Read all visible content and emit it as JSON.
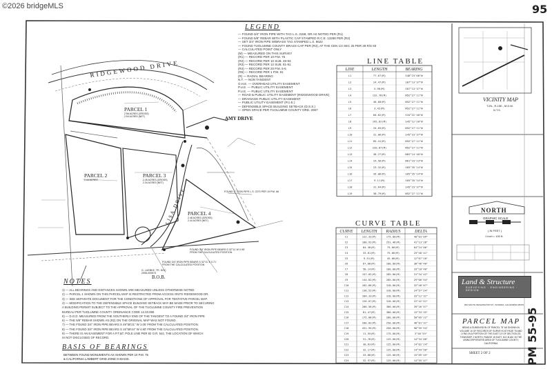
{
  "watermark": "©2026 bridgeMLS",
  "sheet_mark": "95",
  "map": {
    "street_top": "RIDGEWOOD DRIVE",
    "street_right": "AMY DRIVE",
    "street_mid": "LISA DRIVE",
    "parcel1": {
      "name": "PARCEL 1",
      "area": "2.56 ACRES (GROSS)",
      "area2": "2.54 ACRES (NET)"
    },
    "parcel2": {
      "name": "PARCEL 2",
      "area": "2.44 ACRES"
    },
    "parcel3": {
      "name": "PARCEL 3",
      "area": "2.45 ACRES (GROSS)",
      "area2": "2.34 ACRES (NET)"
    },
    "parcel4": {
      "name": "PARCEL 4",
      "area": "2.48 ACRES (GROSS)",
      "area2": "2.44 ACRES (NET)"
    },
    "bob": "B.O.B.",
    "callouts": [
      "FOUND 1\" IRON PIPE L.S. 2270 PER 19 P.M. 68",
      "FOUND 3/4\" IRON PIPE BEARS S 32°11' W 0.95' FROM THE CALCULATED POSITION",
      "FOUND 3/4\" IRON PIPE BEARS S 32°11' E 0.71' FROM THE CALCULATED POSITION",
      "G. LUEBKE, TR. DOC 2006-000574"
    ]
  },
  "legend": {
    "title": "LEGEND",
    "rows": [
      "— FOUND 3/4\" IRON PIPE WITH TAG L.S. 3158, OR AS NOTED PER (R1)",
      "— FOUND 5/8\" REBAR WITH PLASTIC CAP STAMPED R.C.E. 13288 PER (R2)",
      "— SET 3/4\" IRON PIPE W/BRASS TAG STAMPED L.S. 8622",
      "— FOUND TUOLUMNE COUNTY BRASS CAP PER (R4), AT THE CEN 1/4 SEC 25 PER 28 R/S 83",
      "— CALCULATED POINT ONLY",
      "(M) — MEASURED ON THIS SURVEY",
      "(R1) — RECORD PER 10 P.M. 75",
      "(R2) — RECORD PER 10 SUB. 48-93",
      "(R3) — RECORD PER 12 SUB. 81-91",
      "(R4) — RECORD PER 20 P.M. 5-6",
      "(R5) — RECORD PER 1 P.M. 81",
      "(R) — RADIAL BEARING",
      "N.T. — NON TANGENT",
      "O.H.E. — OVERHEAD UTILITY EASEMENT",
      "P.U.E. — PUBLIC UTILITY EASEMENT",
      "P.U.E. — PUBLIC UTILITY EASEMENT",
      "— ROAD & PUBLIC UTILITY EASEMENT (RIDGEWOOD DRIVE)",
      "— DRAINAGE PUBLIC UTILITY EASEMENT",
      "— PUBLIC UTILITY EASEMENT (P.U.E.)",
      "— DEFENSIBLE SPACE BUILDING SETBACK (D.S.S.)",
      "— OPEN SPACE PER TUOLUMNE COUNTY ORD. 2067"
    ]
  },
  "vicinity": {
    "title": "VICINITY MAP",
    "sub": "T.2N., R.15E., M.D.M.",
    "nts": "N.T.S."
  },
  "line_table": {
    "title": "LINE TABLE",
    "headers": [
      "LINE",
      "LENGTH",
      "BEARING"
    ],
    "rows": [
      [
        "L1",
        "77.67(M)",
        "S48°23'00\"W"
      ],
      [
        "L2",
        "24.47(M)",
        "S07°13'37\"W"
      ],
      [
        "L3",
        "5.90(M)",
        "S07°13'37\"W"
      ],
      [
        "L4",
        "132.78(M)",
        "N52°27'11\"W"
      ],
      [
        "L5",
        "40.60(M)",
        "N52°27'11\"W"
      ],
      [
        "L6",
        "3.42(M)",
        "N52°27'11\"W"
      ],
      [
        "L7",
        "60.02(M)",
        "S34°22'40\"W"
      ],
      [
        "L8",
        "195.62(M)",
        "S45°12'20\"W"
      ],
      [
        "L9",
        "24.65(M)",
        "N52°27'11\"W"
      ],
      [
        "L10",
        "31.06(M)",
        "S45°23'37\"W"
      ],
      [
        "L11",
        "85.41(M)",
        "N52°27'11\"W"
      ],
      [
        "L12",
        "220.87(M)",
        "N52°27'11\"W"
      ],
      [
        "L13",
        "38.27(M)",
        "N65°14'40\"W"
      ],
      [
        "L14",
        "24.56(M)",
        "N61°19'23\"W"
      ],
      [
        "L15",
        "23.32(M)",
        "S65°35'14\"W"
      ],
      [
        "L16",
        "26.06(M)",
        "S65°35'14\"W"
      ],
      [
        "L17",
        "9.11(M)",
        "S65°35'14\"W"
      ],
      [
        "L18",
        "31.64(M)",
        "S45°23'37\"W"
      ],
      [
        "L19",
        "38.79(M)",
        "N52°27'11\"W"
      ]
    ]
  },
  "curve_table": {
    "title": "CURVE TABLE",
    "headers": [
      "CURVE",
      "LENGTH",
      "RADIUS",
      "DELTA"
    ],
    "rows": [
      [
        "C1",
        "122.33(M)",
        "175.00(M)",
        "40°03'09\""
      ],
      [
        "C2",
        "180.92(M)",
        "251.46(M)",
        "41°13'28\""
      ],
      [
        "C3",
        "84.30(M)",
        "75.00(M)",
        "64°24'06\""
      ],
      [
        "C4",
        "33.61(M)",
        "75.00(M)",
        "25°40'41\""
      ],
      [
        "C5",
        "9.51(M)",
        "45.00(M)",
        "12°07'10\""
      ],
      [
        "C6",
        "67.68(M)",
        "100.00(M)",
        "38°46'40\""
      ],
      [
        "C7",
        "58.14(M)",
        "100.00(M)",
        "33°18'40\""
      ],
      [
        "C8",
        "157.02(M)",
        "285.00(M)",
        "31°34'42\""
      ],
      [
        "C9",
        "144.82(M)",
        "285.00(M)",
        "29°06'54\""
      ],
      [
        "C10",
        "182.06(M)",
        "318.00(M)",
        "32°48'07\""
      ],
      [
        "C11",
        "138.52(M)",
        "318.00(M)",
        "24°57'24\""
      ],
      [
        "C12",
        "184.33(M)",
        "318.00(M)",
        "33°12'31\""
      ],
      [
        "C13",
        "126.07(M)",
        "318.00(M)",
        "22°42'51\""
      ],
      [
        "C14",
        "206.56(M)",
        "300.00(M)",
        "39°26'57\""
      ],
      [
        "C15",
        "81.47(M)",
        "300.00(M)",
        "15°33'35\""
      ],
      [
        "C16",
        "175.08(M)",
        "200.00(M)",
        "50°09'22\""
      ],
      [
        "C17",
        "200.82(M)",
        "250.00(M)",
        "46°01'31\""
      ],
      [
        "C18",
        "431.95(M)",
        "250.00(M)",
        "98°59'54\""
      ],
      [
        "C19",
        "11.55(M)",
        "175.00(M)",
        "3°46'53\""
      ],
      [
        "C20",
        "31.78(M)",
        "125.00(M)",
        "14°34'00\""
      ],
      [
        "C21",
        "30.63(M)",
        "125.00(M)",
        "14°02'24\""
      ],
      [
        "C22",
        "32.17(M)",
        "125.00(M)",
        "14°44'50\""
      ],
      [
        "C23",
        "33.08(M)",
        "125.00(M)",
        "15°09'45\""
      ],
      [
        "C24",
        "32.57(M)",
        "125.00(M)",
        "14°55'47\""
      ]
    ]
  },
  "notes": {
    "title": "NOTES",
    "rows": [
      "1) — ALL BEARINGS AND DISTANCES SHOWN ARE MEASURED UNLESS OTHERWISE NOTED.",
      "2) — PARCEL 1 SHOWN ON THIS PARCEL MAP IS RESTRICTED FROM ACCESS ONTO RIDGEWOOD DR.",
      "3) — SEE SEPARATE DOCUMENT FOR THE CONDITIONS OF APPROVAL FOR TENTATIVE PARCEL MAP.",
      "4) — MODIFICATION TO THE DEFENSIBLE SPACE BUILDING SETBACK MAY BE MADE PRIOR TO SECURING",
      "     A BUILDING PERMIT SUBJECT TO THE APPROVAL OF THE TUOLUMNE COUNTY FIRE PREVENTION",
      "     BUREAU PER TUOLUMNE COUNTY ORDINANCE CODE 12.20.080.",
      "5) — D.O.D. MEASURED FROM THE SOUTHERLY END OF THE TANGENT TO A FOUND 3/4\" IRON PIPE",
      "6) — THE 5/8\" REBAR SHOWN AS (R2) ON THE ORIGINAL MAP WAS NOT FOUND.",
      "7) — THE FOUND 3/4\" IRON PIPE BEARS S 49°55'21\" W 1.05' FROM THE CALCULATED POSITION.",
      "8) — THE FOUND 3/4\" IRON PIPE BEARS S 15°59'44\" W 4.90' FROM THE CALCULATED POSITION.",
      "9) — THERE IS AN EASEMENT FOR A P.T.&T. POLE LINE PER 92 O.R. 542, THE LOCATION OF WHICH",
      "     IS NOT DISCLOSED OF RECORD."
    ]
  },
  "basis": {
    "title": "BASIS OF BEARINGS",
    "text1": "BETWEEN FOUND MONUMENTS AS SHOWN PER 10 P.M. 75",
    "text2": "& CALIFORNIA LAMBERT GRID ZONE III BASIS."
  },
  "north": {
    "label": "NORTH",
    "graphic_scale": "GRAPHIC SCALE",
    "scale_ft": "( IN FEET )",
    "scale_inch": "1 inch = 100 ft."
  },
  "firm": {
    "name": "Land & Structure",
    "services": "SURVEYING · ENGINEERING · DESIGN",
    "address": "460 SOUTH WASHINGTON ST., SONORA, CALIFORNIA 95370"
  },
  "title_block": {
    "parcel_map": "PARCEL MAP",
    "description": "BEING A SUBDIVISION OF PARCEL \"B\" AS SHOWN IN VOLUME 10 OF RECORDS OF SURVEYS AT PAGE 75 AND LYING IN A PORTION OF THE EAST 1/2 OF SECTION 25, TOWNSHIP 2 NORTH, RANGE 15 EAST, M.D.B.&M. IN THE UNINCORPORATED AREA OF TUOLUMNE COUNTY, CALIFORNIA",
    "sheet": "SHEET 2 OF 2",
    "pm": "PM 55-95"
  }
}
